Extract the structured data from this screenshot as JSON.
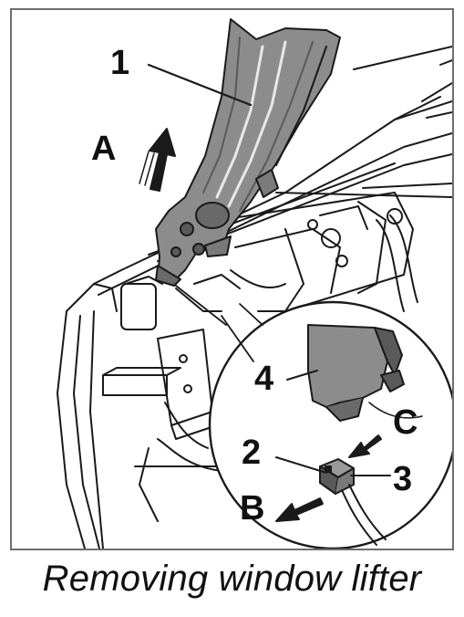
{
  "figure": {
    "callouts": {
      "part_1": "1",
      "part_2": "2",
      "part_3": "3",
      "part_4": "4",
      "direction_a": "A",
      "direction_b": "B",
      "direction_c": "C"
    },
    "caption": "Removing window lifter"
  },
  "colors": {
    "line": "#1a1a1a",
    "lifter_fill": "#8c8c8c",
    "lifter_dark": "#5a5a5a",
    "connector_fill": "#9a9a9a",
    "frame": "#6e6e6e"
  }
}
